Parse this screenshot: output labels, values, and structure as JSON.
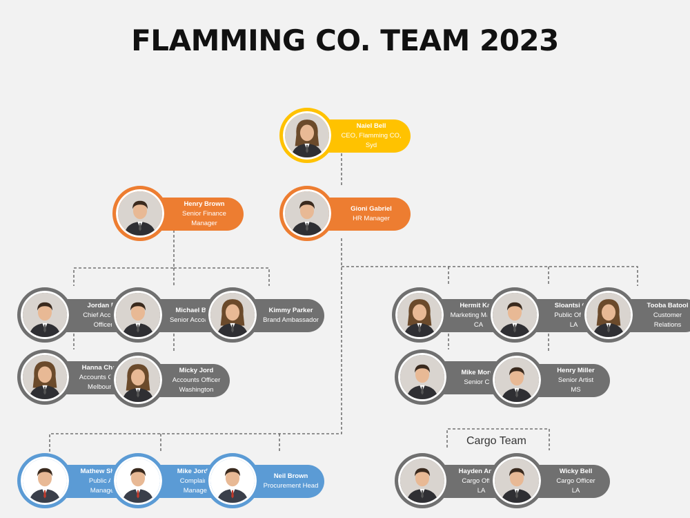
{
  "title": "FLAMMING CO. TEAM 2023",
  "colors": {
    "yellow": "#ffc200",
    "orange": "#ed7d31",
    "gray": "#707070",
    "blue": "#5b9bd5"
  },
  "cargo_label": "Cargo Team",
  "people": {
    "ceo": {
      "name": "Naiel Bell",
      "lines": [
        "CEO, Flamming CO, Syd"
      ]
    },
    "finance": {
      "name": "Henry Brown",
      "lines": [
        "Senior Finance Manager"
      ]
    },
    "hr": {
      "name": "Gioni Gabriel",
      "lines": [
        "HR Manager"
      ]
    },
    "jordan": {
      "name": "Jordan Eli",
      "lines": [
        "Chief Account",
        "Officer"
      ]
    },
    "michael": {
      "name": "Michael Belly",
      "lines": [
        "Senior Accountant"
      ]
    },
    "kimmy": {
      "name": "Kimmy Parker",
      "lines": [
        "Brand Ambassador"
      ]
    },
    "hanna": {
      "name": "Hanna Charm",
      "lines": [
        "Accounts Officer",
        "Melbourne"
      ]
    },
    "micky": {
      "name": "Micky Jord",
      "lines": [
        "Accounts Officer",
        "Washington"
      ]
    },
    "hermit": {
      "name": "Hermit Kaur",
      "lines": [
        "Marketing Manager",
        "CA"
      ]
    },
    "sloantsi": {
      "name": "Sloantsi Gul",
      "lines": [
        "Public Officer",
        "LA"
      ]
    },
    "tooba": {
      "name": "Tooba Batool",
      "lines": [
        "Customer Relations"
      ]
    },
    "mike_m": {
      "name": "Mike Morgan",
      "lines": [
        "Senior CSR"
      ]
    },
    "henry_m": {
      "name": "Henry Miller",
      "lines": [
        "Senior Artist",
        "MS"
      ]
    },
    "mathew": {
      "name": "Mathew Shade",
      "lines": [
        "Public AD Manager"
      ]
    },
    "mike_j": {
      "name": "Mike Jordan",
      "lines": [
        "Complaints",
        "Manager"
      ]
    },
    "neil": {
      "name": "Neil Brown",
      "lines": [
        "Procurement Head"
      ]
    },
    "hayden": {
      "name": "Hayden Arthur",
      "lines": [
        "Cargo Officer",
        "LA"
      ]
    },
    "wicky": {
      "name": "Wicky Bell",
      "lines": [
        "Cargo Officer",
        "LA"
      ]
    }
  }
}
